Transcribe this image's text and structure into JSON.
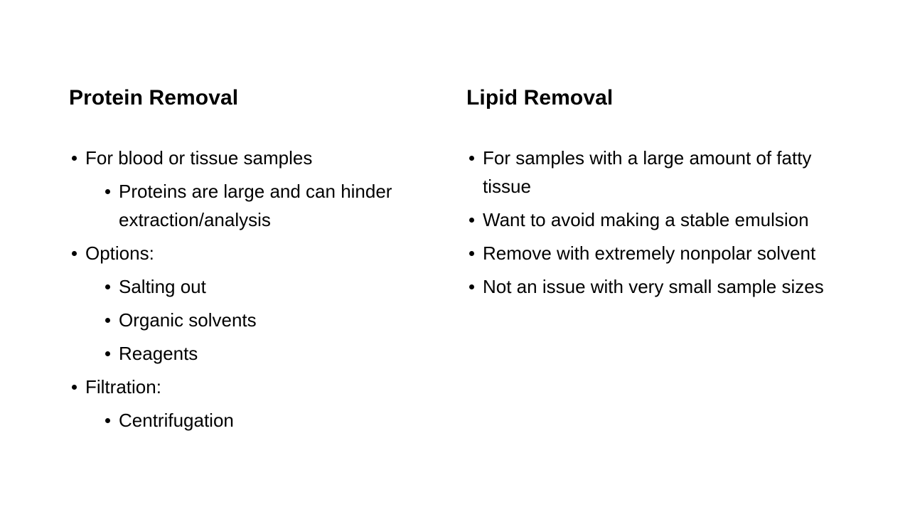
{
  "slide": {
    "background_color": "#ffffff",
    "text_color": "#000000",
    "bullet_glyph": "round-bullet"
  },
  "columns": [
    {
      "id": "protein-removal",
      "title": "Protein Removal",
      "bullets": [
        {
          "level": 1,
          "text": "For blood or tissue samples"
        },
        {
          "level": 2,
          "text": "Proteins are large and can hinder extraction/analysis"
        },
        {
          "level": 1,
          "text": "Options:"
        },
        {
          "level": 2,
          "text": "Salting out"
        },
        {
          "level": 2,
          "text": "Organic solvents"
        },
        {
          "level": 2,
          "text": "Reagents"
        },
        {
          "level": 1,
          "text": "Filtration:"
        },
        {
          "level": 2,
          "text": "Centrifugation"
        }
      ]
    },
    {
      "id": "lipid-removal",
      "title": "Lipid Removal",
      "bullets": [
        {
          "level": 1,
          "text": "For samples with a large amount of fatty tissue"
        },
        {
          "level": 1,
          "text": "Want to avoid making a stable emulsion"
        },
        {
          "level": 1,
          "text": "Remove with extremely nonpolar solvent"
        },
        {
          "level": 1,
          "text": "Not an issue with very small sample sizes"
        }
      ]
    }
  ]
}
